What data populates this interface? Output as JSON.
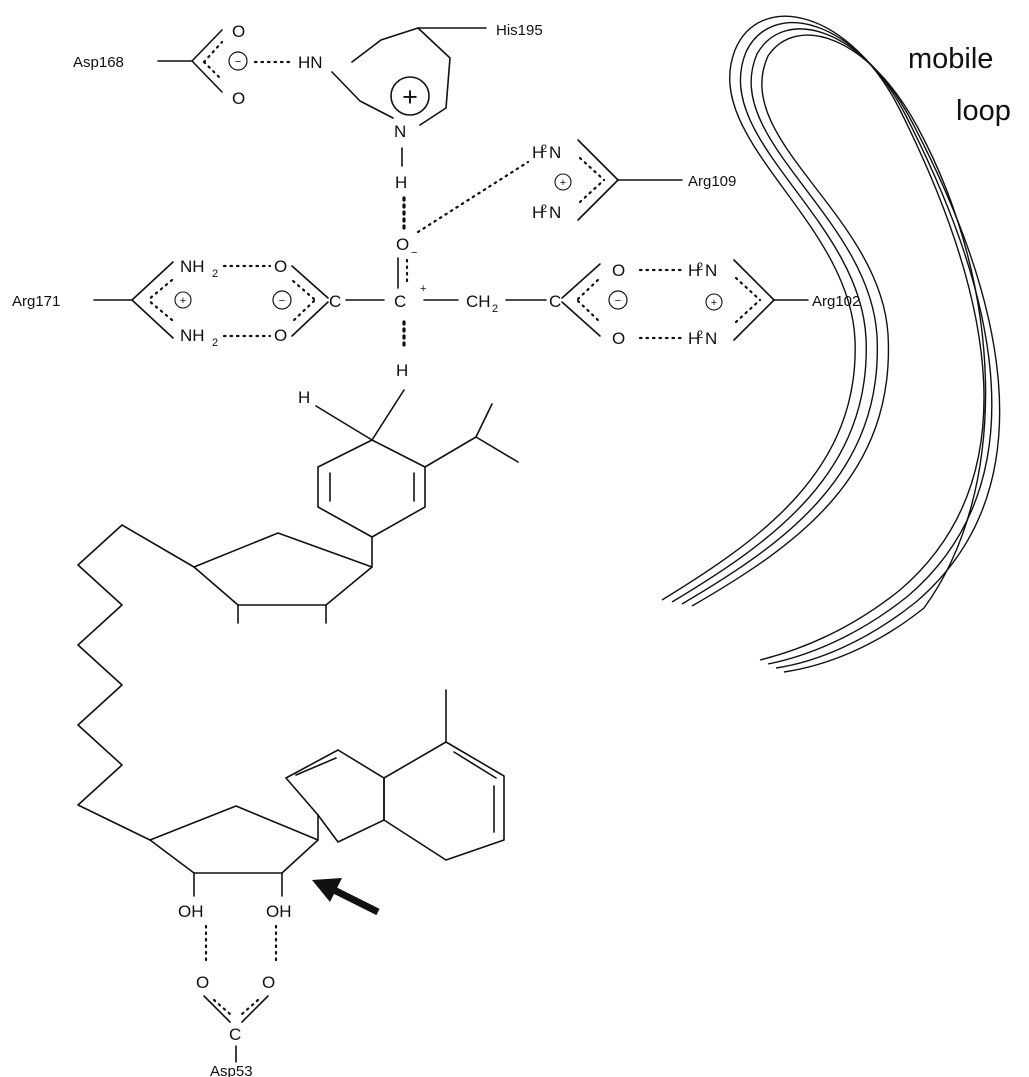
{
  "residues": {
    "asp168": "Asp168",
    "his195": "His195",
    "arg109": "Arg109",
    "arg171": "Arg171",
    "arg102": "Arg102",
    "asp53": "Asp53"
  },
  "atoms": {
    "o": "O",
    "oh": "OH",
    "hn": "HN",
    "n": "N",
    "h": "H",
    "c": "C",
    "nh2_left": "NH",
    "h2n_right": "H N",
    "ch2": "CH",
    "subscript_2": "2"
  },
  "charges": {
    "plus": "+",
    "minus": "−"
  },
  "loop_label": {
    "line1": "mobile",
    "line2": "loop"
  }
}
